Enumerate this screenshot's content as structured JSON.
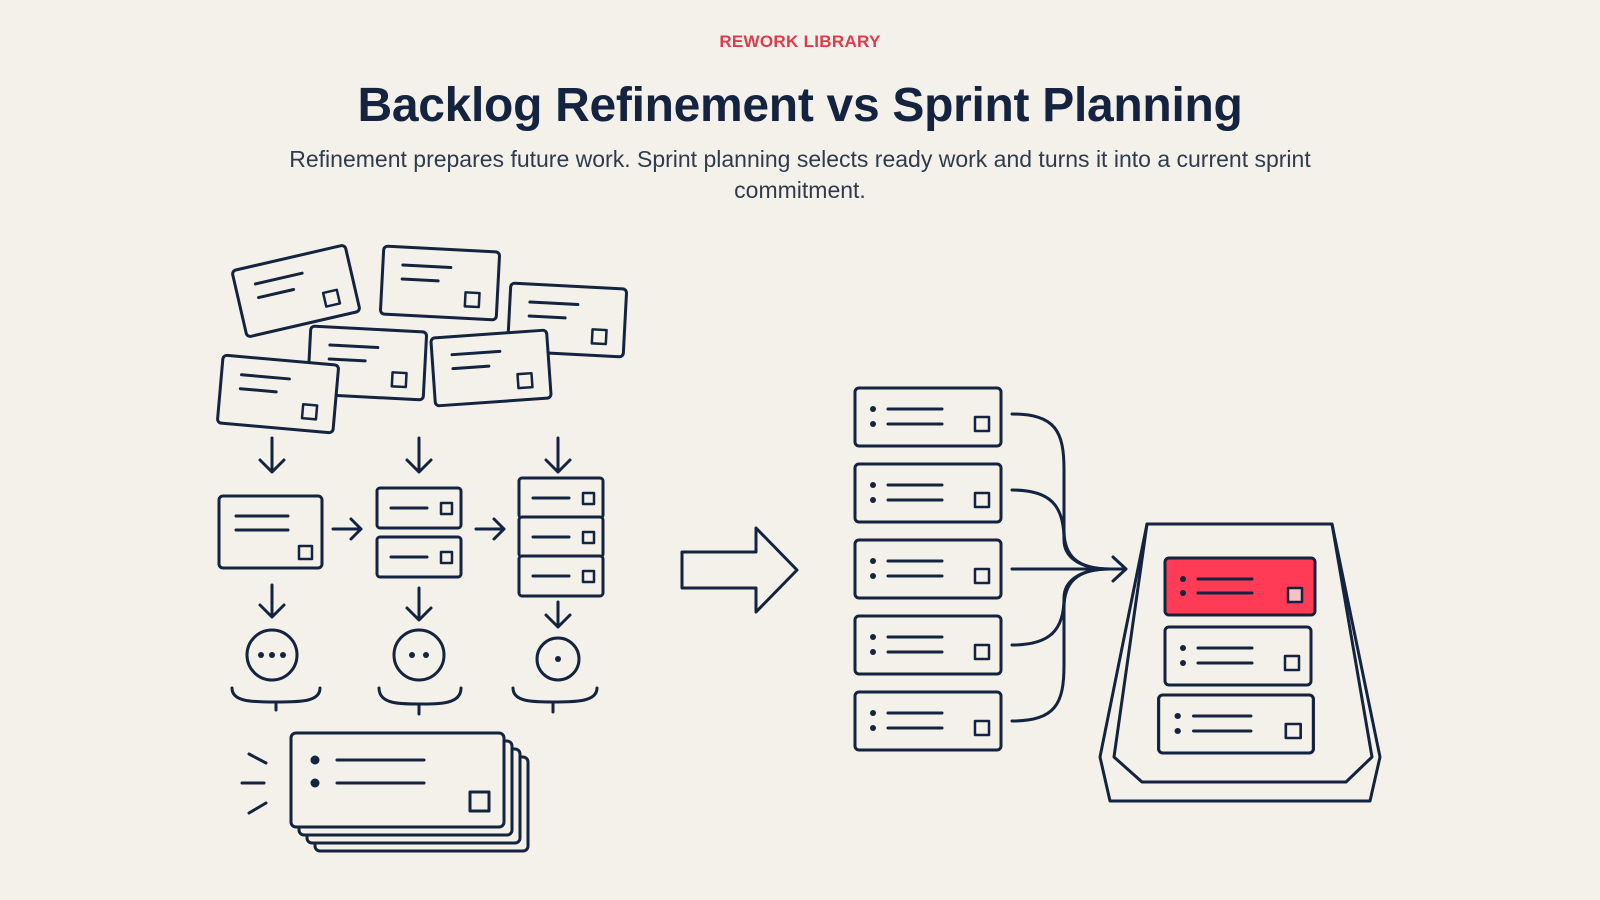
{
  "header": {
    "eyebrow": "REWORK LIBRARY",
    "title": "Backlog Refinement vs Sprint Planning",
    "subtitle": "Refinement prepares future work. Sprint planning selects ready work and turns it into a current sprint commitment."
  },
  "colors": {
    "ink": "#14233f",
    "accent": "#ff3b55",
    "paper": "#f4f1ea",
    "eyebrow": "#e03a4b"
  },
  "icons": {
    "refinement": [
      "scattered-backlog-cards-icon",
      "refinement-step-icons",
      "refined-card-stack-icon"
    ],
    "transition": "right-arrow-icon",
    "planning": [
      "ready-item-list-icon",
      "merge-arrows-icon",
      "sprint-tray-icon"
    ]
  }
}
